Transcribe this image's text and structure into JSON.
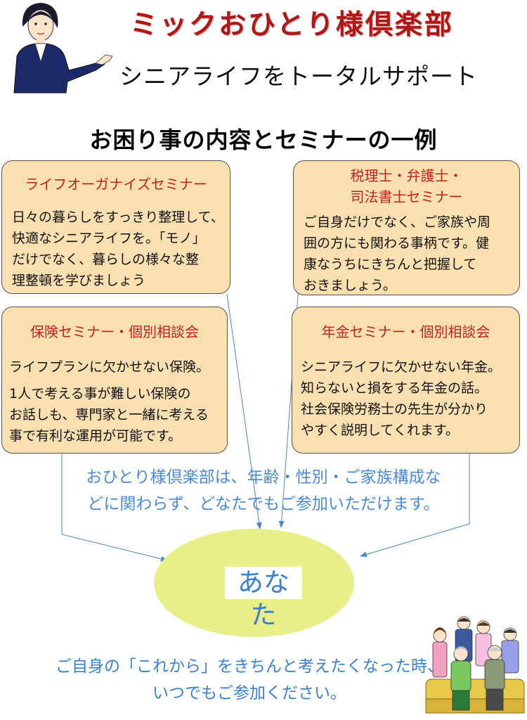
{
  "header": {
    "title": "ミックおひとり様倶楽部",
    "subtitle": "シニアライフをトータルサポート"
  },
  "section_heading": "お困り事の内容とセミナーの一例",
  "seminars": [
    {
      "title_lines": [
        "ライフオーガナイズセミナー"
      ],
      "body": [
        "日々の暮らしをすっきり整理して、",
        "快適なシニアライフを。「モノ」",
        "だけでなく、暮らしの様々な整",
        "理整頓を学びましょう"
      ]
    },
    {
      "title_lines": [
        "税理士・弁護士・",
        "司法書士セミナー"
      ],
      "body": [
        "ご自身だけでなく、ご家族や周",
        "囲の方にも関わる事柄です。健",
        "康なうちにきちんと把握して",
        "おきましょう。"
      ]
    },
    {
      "title_lines": [
        "保険セミナー・個別相談会"
      ],
      "body": [
        "ライフプランに欠かせない保険。",
        "1人で考える事が難しい保険の",
        "お話しも、専門家と一緒に考える",
        "事で有利な運用が可能です。"
      ]
    },
    {
      "title_lines": [
        "年金セミナー・個別相談会"
      ],
      "body": [
        "シニアライフに欠かせない年金。",
        "知らないと損をする年金の話。",
        "社会保険労務士の先生が分かり",
        "やすく説明してくれます。"
      ]
    }
  ],
  "notice_lines": [
    "おひとり様倶楽部は、年齢・性別・ご家族構成な",
    "どに関わらず、どなたでもご参加いただけます。"
  ],
  "center_label": "あなた",
  "closing_lines": [
    "ご自身の「これから」をきちんと考えたくなった時、",
    "いつでもご参加ください。"
  ],
  "colors": {
    "title": "#b01818",
    "box_fill": "#fae0b0",
    "box_title": "#c02020",
    "accent_blue": "#3a7fd0",
    "ellipse": "#e8ee88"
  }
}
